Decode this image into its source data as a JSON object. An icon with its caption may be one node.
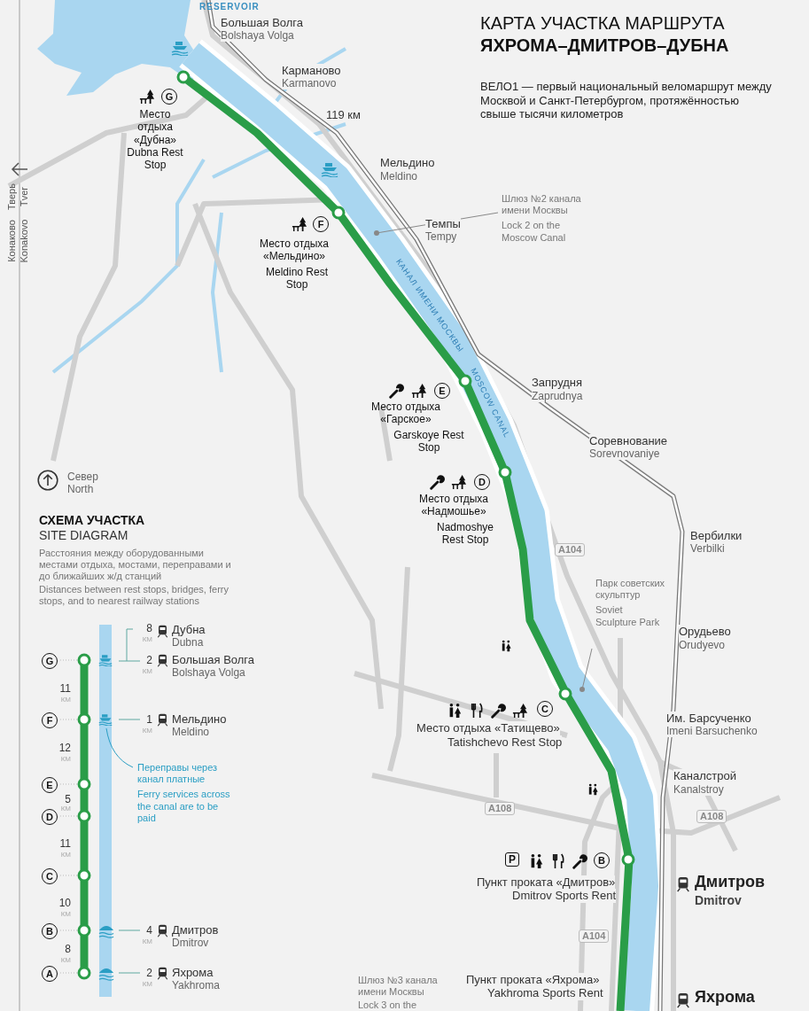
{
  "diagram": {
    "title": "КАРТА УЧАСТКА МАРШРУТА **ЯХРОМА–ДМИТРОВ–ДУБНА**",
    "nodes": [
      {
        "text": [
          "Шлюз №2 канала имени Москвы",
          "Lock 2 on the Moscow Canal"
        ]
      },
      {
        "text": [
          "Парк советских скульптур",
          "Soviet Sculpture Park"
        ]
      },
      {
        "text": [
          "Переправы через канал платные",
          "Ferry services across the canal are to be paid"
        ]
      }
    ],
    "edges": [
      {
        "from": 0,
        "to": null,
        "arrow": "other"
      },
      {
        "from": 1,
        "to": null,
        "arrow": "other"
      },
      {
        "from": 2,
        "to": null,
        "arrow": "none",
        "color": "#2a9ec4"
      }
    ],
    "labels": [
      "RESERVOIR",
      "Большая Волга",
      "Bolshaya Volga",
      "Карманово",
      "Karmanovo",
      "119 км",
      "G",
      "Место отдыха «Дубна»",
      "Dubna Rest Stop",
      "Тверь",
      "Tver",
      "Конаково",
      "Konakovo",
      "Мельдино",
      "Meldino",
      "Темпы",
      "Tempy",
      "F",
      "Место отдыха «Мельдино»",
      "Meldino Rest Stop",
      "КАНАЛ ИМЕНИ МОСКВЫ",
      "MOSCOW CANAL",
      "Запрудня",
      "Zaprudnya",
      "E",
      "Место отдыха «Гарское»",
      "Garskoye Rest Stop",
      "Соревнование",
      "Sorevnovaniye",
      "D",
      "Место отдыха «Надмошье»",
      "Nadmoshye Rest Stop",
      "A104",
      "Вербилки",
      "Verbilki",
      "Орудьево",
      "Orudyevo",
      "C",
      "Место отдыха «Татищево»",
      "Tatishchevo Rest Stop",
      "Им. Барсученко",
      "Imeni Barsuchenko",
      "Каналстрой",
      "Kanalstroy",
      "A108",
      "A108",
      "P",
      "B",
      "Пункт проката «Дмитров»",
      "Dmitrov Sports Rent",
      "Дмитров",
      "Dmitrov",
      "A104",
      "Пункт проката «Яхрома»",
      "Yakhroma Sports Rent",
      "Яхрома",
      "Шлюз №3 канала имени Москвы",
      "Lock 3 on the",
      "ВЕЛО1 — первый национальный веломаршрут между Москвой и Санкт-Петербургом, протяжённостью свыше тысячи километров",
      "Север",
      "North",
      "СХЕМА УЧАСТКА",
      "SITE DIAGRAM",
      "Расстояния между оборудованными местами отдыха, мостами, переправами и до ближайших ж/д станций",
      "Distances between rest stops, bridges, ferry stops, and to nearest railway stations",
      "8",
      "КМ",
      "Дубна",
      "Dubna",
      "G",
      "2",
      "КМ",
      "Большая Волга",
      "Bolshaya Volga",
      "11",
      "КМ",
      "F",
      "1",
      "КМ",
      "Мельдино",
      "Meldino",
      "12",
      "КМ",
      "E",
      "5",
      "КМ",
      "D",
      "11",
      "КМ",
      "C",
      "10",
      "КМ",
      "B",
      "4",
      "КМ",
      "Дмитров",
      "Dmitrov",
      "8",
      "КМ",
      "A",
      "2",
      "КМ",
      "Яхрома",
      "Yakhroma"
    ]
  }
}
